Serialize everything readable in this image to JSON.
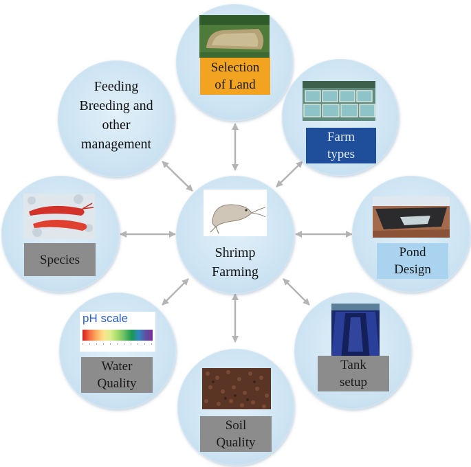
{
  "center": {
    "lines": [
      "Shrimp",
      "Farming"
    ]
  },
  "nodes": {
    "land": {
      "lines": [
        "Selection",
        "of Land"
      ],
      "box_color": "#f2a421",
      "text_color": "#1a1a1a"
    },
    "farm": {
      "lines": [
        "Farm",
        "types"
      ],
      "box_color": "#1f4e9b",
      "text_color": "#e8eef8"
    },
    "pond": {
      "lines": [
        "Pond",
        "Design"
      ],
      "box_color": "#a9d3ef",
      "text_color": "#1a1a1a"
    },
    "tank": {
      "lines": [
        "Tank",
        "setup"
      ],
      "box_color": "#8c8c8c",
      "text_color": "#1a1a1a"
    },
    "soil": {
      "lines": [
        "Soil",
        "Quality"
      ],
      "box_color": "#8c8c8c",
      "text_color": "#1a1a1a"
    },
    "water": {
      "lines": [
        "Water",
        "Quality"
      ],
      "box_color": "#8c8c8c",
      "text_color": "#1a1a1a"
    },
    "species": {
      "lines": [
        "Species"
      ],
      "box_color": "#8c8c8c",
      "text_color": "#1a1a1a"
    },
    "feeding": {
      "lines": [
        "Feeding",
        "Breeding and",
        "other",
        "management"
      ]
    }
  },
  "ph_scale": {
    "title": "pH scale"
  },
  "colors": {
    "arrow": "#b4b4b4",
    "circle": "#cfe5f3"
  }
}
